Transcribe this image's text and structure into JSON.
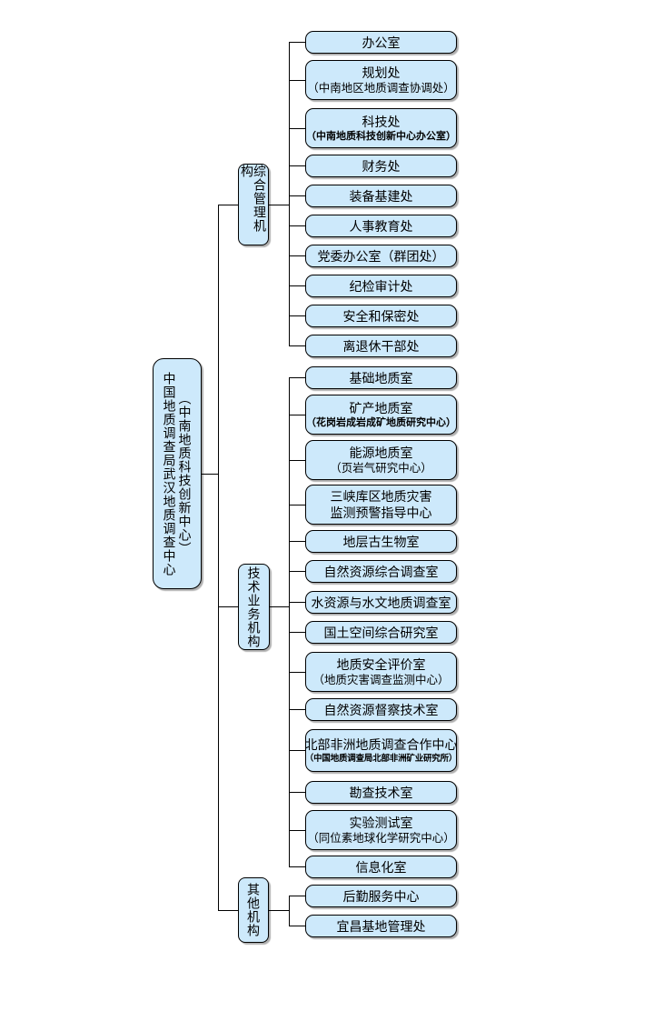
{
  "root": {
    "label": "中国地质调查局武汉地质调查中心",
    "sub": "（中南地质科技创新中心）"
  },
  "categories": [
    {
      "label": "综合管理机构"
    },
    {
      "label": "技术业务机构"
    },
    {
      "label": "其他机构"
    }
  ],
  "children": [
    {
      "label": "办公室"
    },
    {
      "label": "规划处",
      "sub": "（中南地区地质调查协调处）"
    },
    {
      "label": "科技处",
      "sub": "（中南地质科技创新中心办公室）"
    },
    {
      "label": "财务处"
    },
    {
      "label": "装备基建处"
    },
    {
      "label": "人事教育处"
    },
    {
      "label": "党委办公室（群团处）"
    },
    {
      "label": "纪检审计处"
    },
    {
      "label": "安全和保密处"
    },
    {
      "label": "离退休干部处"
    },
    {
      "label": "基础地质室"
    },
    {
      "label": "矿产地质室",
      "sub": "（花岗岩成岩成矿地质研究中心）"
    },
    {
      "label": "能源地质室",
      "sub": "（页岩气研究中心）"
    },
    {
      "label": "三峡库区地质灾害",
      "label2": "监测预警指导中心"
    },
    {
      "label": "地层古生物室"
    },
    {
      "label": "自然资源综合调查室"
    },
    {
      "label": "水资源与水文地质调查室"
    },
    {
      "label": "国土空间综合研究室"
    },
    {
      "label": "地质安全评价室",
      "sub": "（地质灾害调查监测中心）"
    },
    {
      "label": "自然资源督察技术室"
    },
    {
      "label": "北部非洲地质调查合作中心",
      "sub": "（中国地质调查局北部非洲矿业研究所）"
    },
    {
      "label": "勘查技术室"
    },
    {
      "label": "实验测试室",
      "sub": "（同位素地球化学研究中心）"
    },
    {
      "label": "信息化室"
    },
    {
      "label": "后勤服务中心"
    },
    {
      "label": "宜昌基地管理处"
    }
  ],
  "colors": {
    "box_fill": "#cde9fb",
    "box_border": "#000000",
    "line": "#000000"
  }
}
